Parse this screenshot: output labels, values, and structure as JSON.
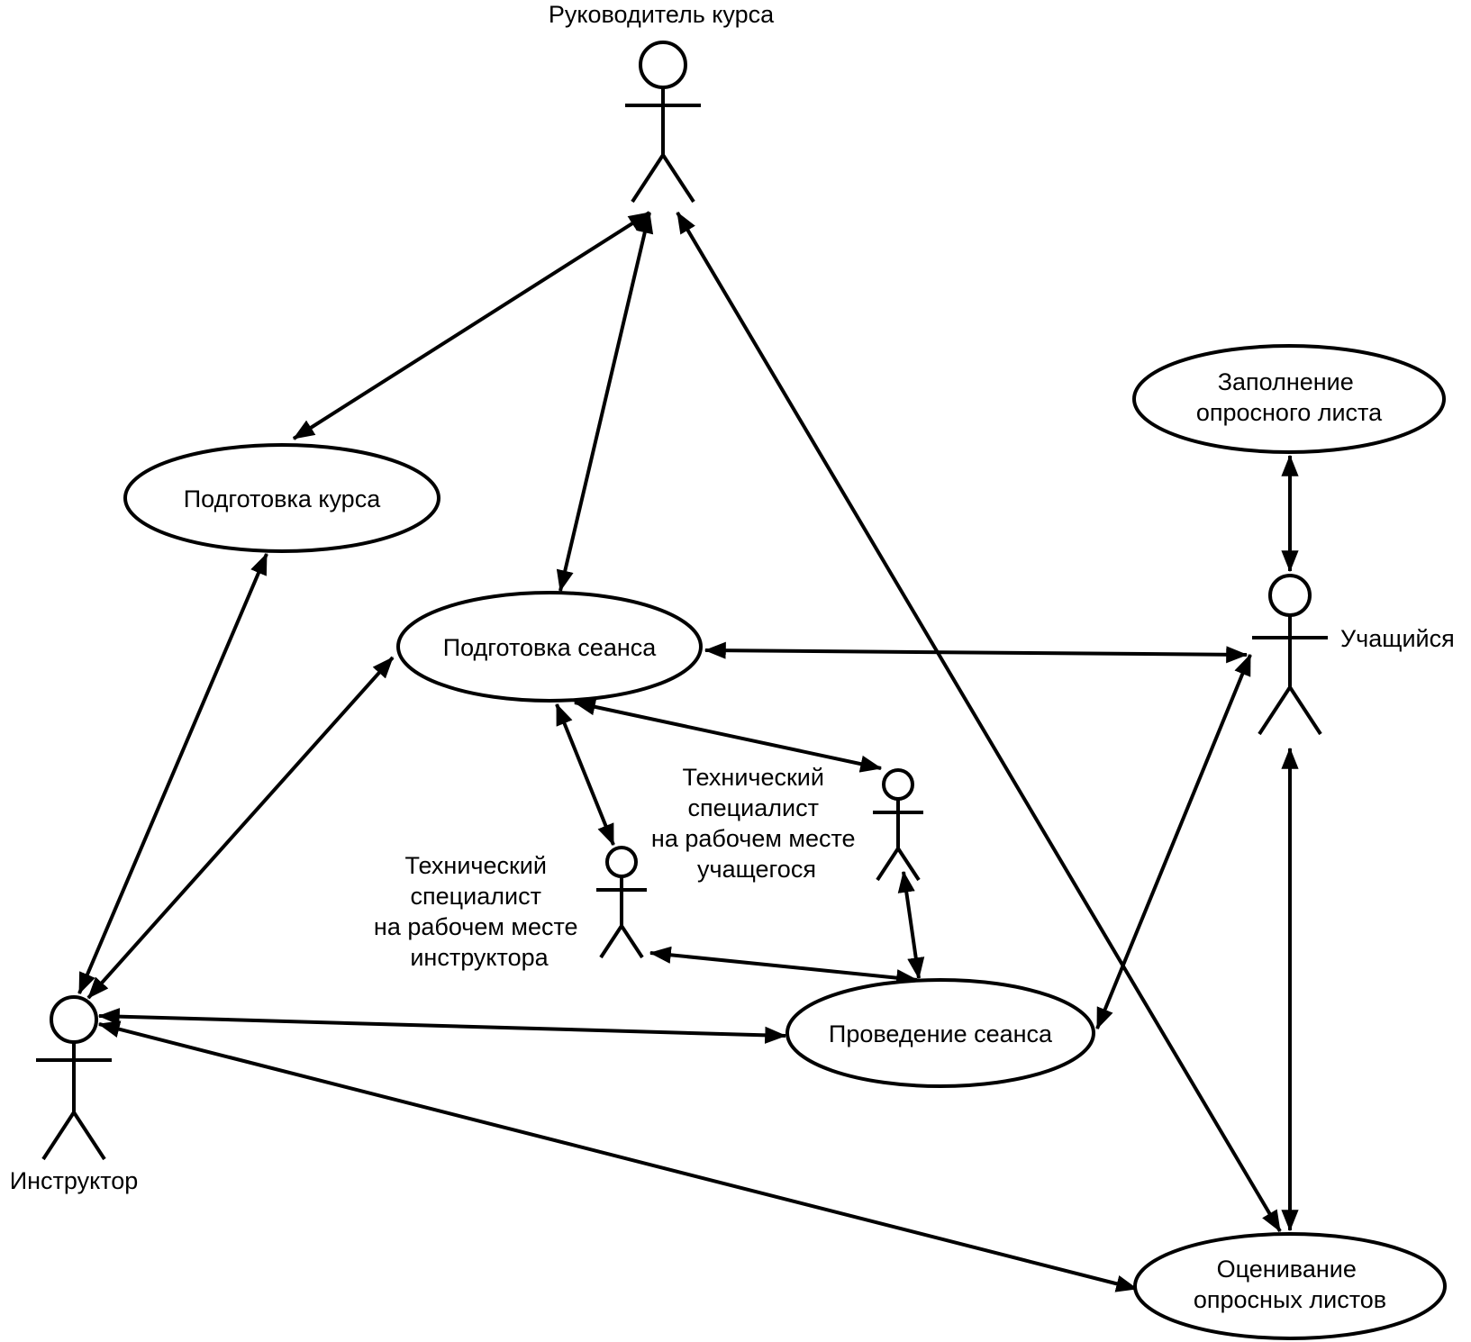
{
  "actors": {
    "course_manager": "Руководитель курса",
    "instructor": "Инструктор",
    "learner": "Учащийся",
    "tech_instructor": [
      "Технический",
      "специалист",
      "на рабочем месте",
      "инструктора"
    ],
    "tech_learner": [
      "Технический",
      "специалист",
      "на рабочем месте",
      "учащегося"
    ]
  },
  "use_cases": {
    "prepare_course": [
      "Подготовка курса"
    ],
    "prepare_session": [
      "Подготовка сеанса"
    ],
    "conduct_session": [
      "Проведение сеанса"
    ],
    "fill_questionnaire": [
      "Заполнение",
      "опросного листа"
    ],
    "evaluate_questionnaires": [
      "Оценивание",
      "опросных листов"
    ]
  },
  "connections": [
    {
      "from": "course_manager",
      "to": "prepare_course",
      "arrows": "both"
    },
    {
      "from": "course_manager",
      "to": "prepare_session",
      "arrows": "both"
    },
    {
      "from": "course_manager",
      "to": "evaluate_questionnaires",
      "arrows": "both"
    },
    {
      "from": "instructor",
      "to": "prepare_course",
      "arrows": "both"
    },
    {
      "from": "instructor",
      "to": "prepare_session",
      "arrows": "both"
    },
    {
      "from": "instructor",
      "to": "conduct_session",
      "arrows": "both"
    },
    {
      "from": "instructor",
      "to": "evaluate_questionnaires",
      "arrows": "both"
    },
    {
      "from": "learner",
      "to": "prepare_session",
      "arrows": "both"
    },
    {
      "from": "learner",
      "to": "conduct_session",
      "arrows": "both"
    },
    {
      "from": "learner",
      "to": "fill_questionnaire",
      "arrows": "both"
    },
    {
      "from": "learner",
      "to": "evaluate_questionnaires",
      "arrows": "both"
    },
    {
      "from": "tech_instructor",
      "to": "prepare_session",
      "arrows": "both"
    },
    {
      "from": "tech_instructor",
      "to": "conduct_session",
      "arrows": "both"
    },
    {
      "from": "tech_learner",
      "to": "prepare_session",
      "arrows": "both"
    },
    {
      "from": "tech_learner",
      "to": "conduct_session",
      "arrows": "both"
    }
  ]
}
